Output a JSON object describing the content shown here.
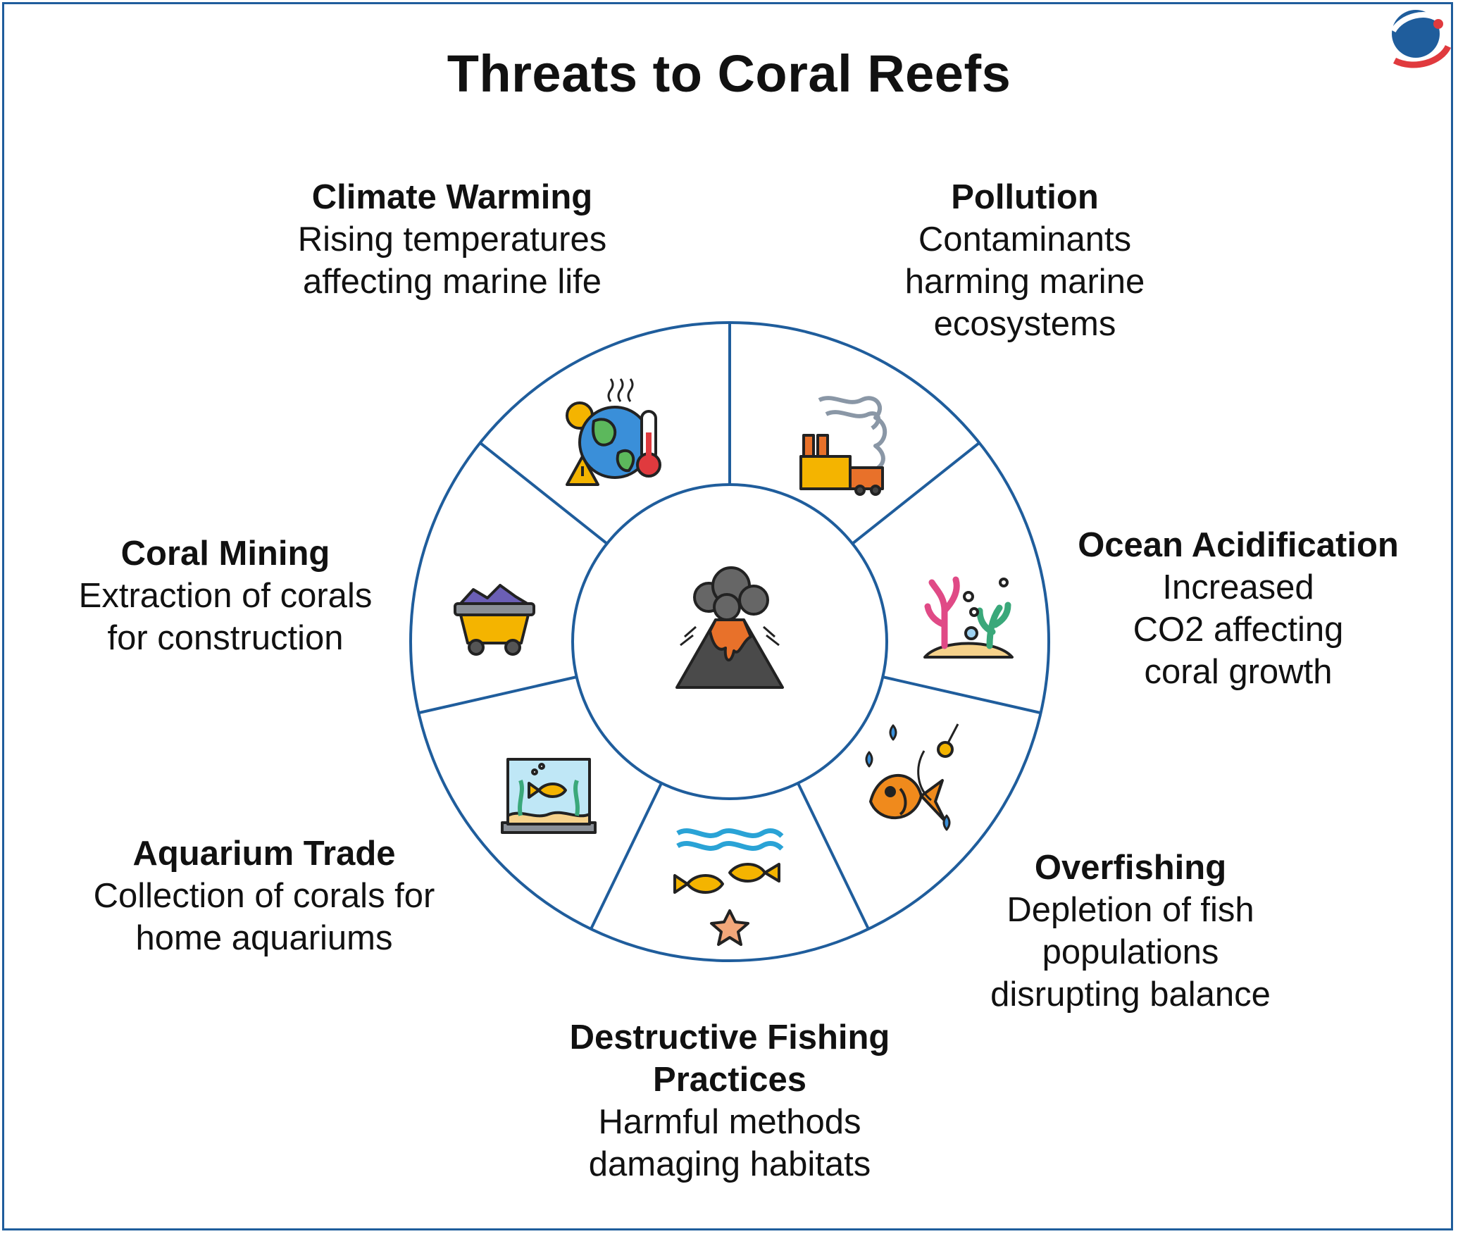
{
  "title": "Threats to Coral Reefs",
  "colors": {
    "border": "#1f5d9c",
    "wheel_stroke": "#1f5d9c",
    "logo_blue": "#1f5d9c",
    "logo_red": "#e03a3e",
    "text": "#111111"
  },
  "center_icon": "volcano-icon",
  "threats": [
    {
      "name": "Climate Warming",
      "description": "Rising temperatures affecting marine life",
      "icon": "globe-thermometer-icon"
    },
    {
      "name": "Pollution",
      "description": "Contaminants harming marine ecosystems",
      "icon": "factory-smoke-icon"
    },
    {
      "name": "Ocean Acidification",
      "description": "Increased CO2 affecting coral growth",
      "icon": "coral-seaweed-icon"
    },
    {
      "name": "Overfishing",
      "description": "Depletion of fish populations disrupting balance",
      "icon": "hooked-fish-icon"
    },
    {
      "name": "Destructive Fishing Practices",
      "description": "Harmful methods damaging habitats",
      "icon": "fish-waves-icon"
    },
    {
      "name": "Aquarium Trade",
      "description": "Collection of corals for home aquariums",
      "icon": "aquarium-icon"
    },
    {
      "name": "Coral Mining",
      "description": "Extraction of corals for construction",
      "icon": "mining-cart-icon"
    }
  ]
}
